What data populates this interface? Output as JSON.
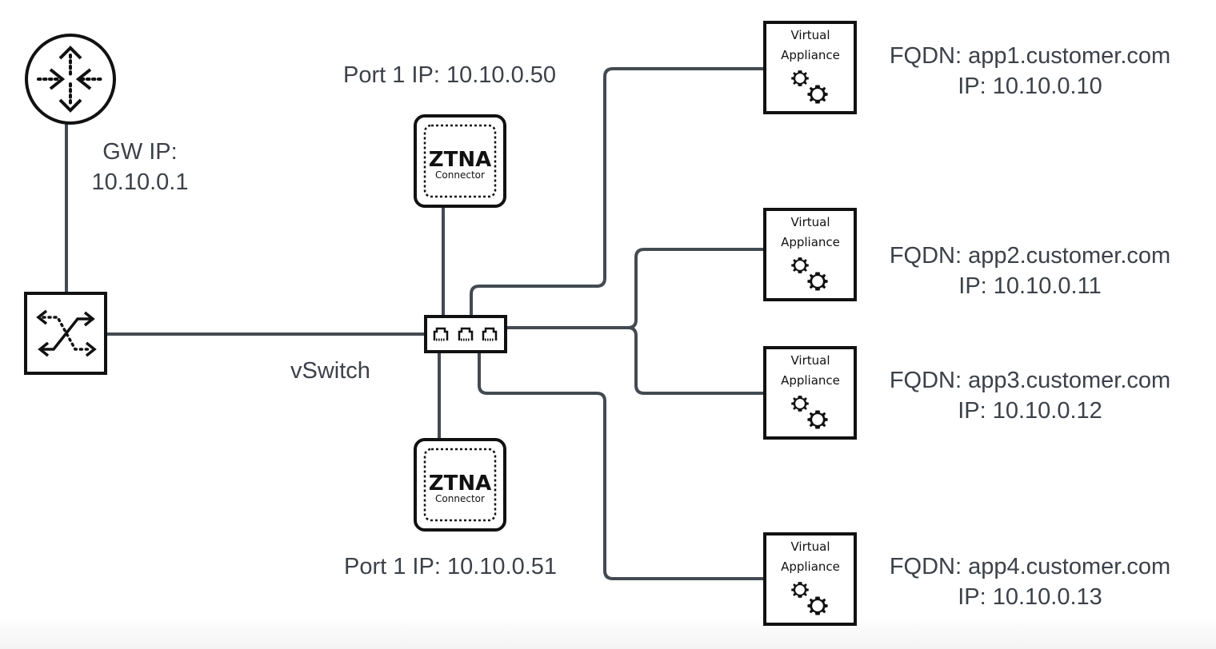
{
  "diagram": {
    "title": "ZTNA Connector network topology",
    "colors": {
      "line": "#444a52",
      "node_stroke": "#111111",
      "text": "#3c4149"
    },
    "gateway": {
      "icon": "router-icon",
      "label_line1": "GW IP:",
      "label_line2": "10.10.0.1"
    },
    "uplink_switch": {
      "icon": "switch-icon"
    },
    "vswitch": {
      "icon": "ethernet-ports-icon",
      "label": "vSwitch"
    },
    "connectors": [
      {
        "title": "ZTNA",
        "subtitle": "Connector",
        "ip_label": "Port 1 IP: 10.10.0.50"
      },
      {
        "title": "ZTNA",
        "subtitle": "Connector",
        "ip_label": "Port 1 IP: 10.10.0.51"
      }
    ],
    "appliances": [
      {
        "line1": "Virtual",
        "line2": "Appliance",
        "fqdn": "FQDN: app1.customer.com",
        "ip": "IP: 10.10.0.10"
      },
      {
        "line1": "Virtual",
        "line2": "Appliance",
        "fqdn": "FQDN: app2.customer.com",
        "ip": "IP: 10.10.0.11"
      },
      {
        "line1": "Virtual",
        "line2": "Appliance",
        "fqdn": "FQDN: app3.customer.com",
        "ip": "IP: 10.10.0.12"
      },
      {
        "line1": "Virtual",
        "line2": "Appliance",
        "fqdn": "FQDN: app4.customer.com",
        "ip": "IP: 10.10.0.13"
      }
    ]
  }
}
